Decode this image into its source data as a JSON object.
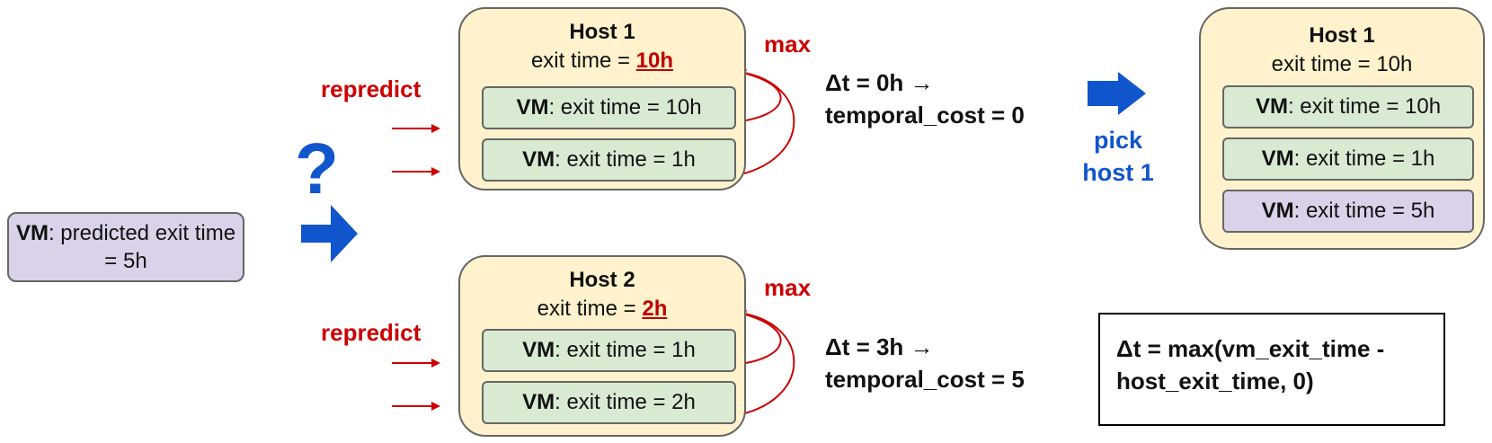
{
  "incoming_vm": {
    "label_bold": "VM",
    "label_rest": ": predicted exit time = 5h"
  },
  "question_mark": "?",
  "left_hosts": [
    {
      "title": "Host 1",
      "exit_prefix": "exit time = ",
      "exit_value": "10h",
      "repredict_label": "repredict",
      "max_label": "max",
      "vms": [
        {
          "bold": "VM",
          "rest": ": exit time = 10h"
        },
        {
          "bold": "VM",
          "rest": ": exit time = 1h"
        }
      ],
      "cost_line1": "Δt = 0h →",
      "cost_line2": "temporal_cost = 0"
    },
    {
      "title": "Host 2",
      "exit_prefix": "exit time = ",
      "exit_value": "2h",
      "repredict_label": "repredict",
      "max_label": "max",
      "vms": [
        {
          "bold": "VM",
          "rest": ": exit time = 1h"
        },
        {
          "bold": "VM",
          "rest": ": exit time = 2h"
        }
      ],
      "cost_line1": "Δt = 3h →",
      "cost_line2": "temporal_cost = 5"
    }
  ],
  "pick": {
    "line1": "pick",
    "line2": "host 1"
  },
  "result_host": {
    "title": "Host 1",
    "exit_line": "exit time = 10h",
    "vms": [
      {
        "bold": "VM",
        "rest": ": exit time = 10h"
      },
      {
        "bold": "VM",
        "rest": ": exit time = 1h"
      },
      {
        "bold": "VM",
        "rest": ": exit time = 5h"
      }
    ]
  },
  "formula": {
    "line1": "Δt = max(vm_exit_time -",
    "line2": "host_exit_time, 0)"
  },
  "colors": {
    "host_fill": "#fff2cc",
    "vm_green": "#d9ead3",
    "vm_purple": "#d9d2e9",
    "accent_red": "#cc0000",
    "accent_blue": "#1155cc"
  }
}
